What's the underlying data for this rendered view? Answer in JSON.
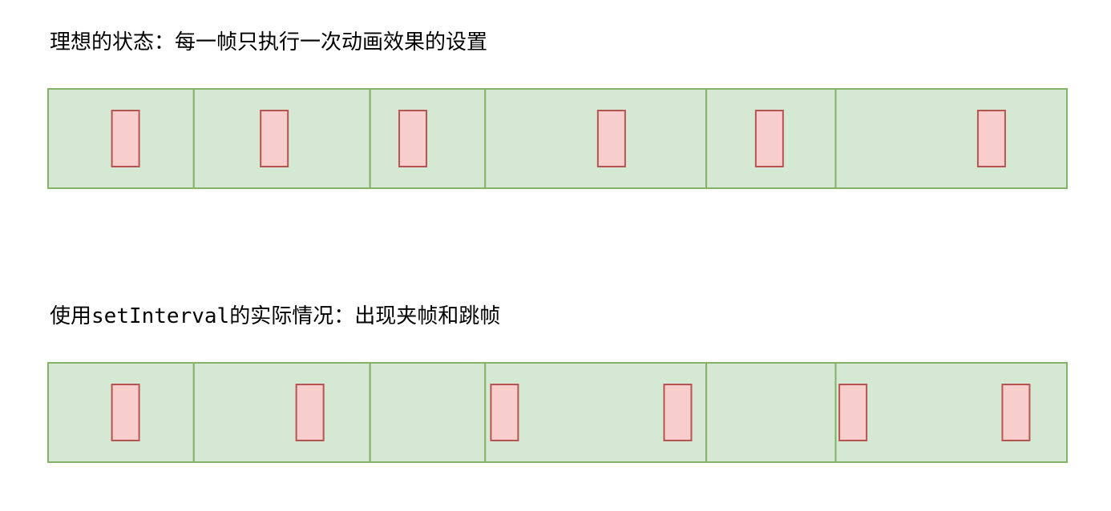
{
  "rows": [
    {
      "id": "ideal",
      "title_prefix": "理想的状态：每一帧只执行一次动画效果的设置",
      "title_code": "",
      "title_suffix": "",
      "frame_boundaries": [
        0,
        14.3,
        31.6,
        42.9,
        64.6,
        77.3,
        100
      ],
      "marker_positions": [
        7.6,
        22.2,
        35.8,
        55.3,
        70.8,
        92.6
      ],
      "frame_count": 6,
      "marker_count": 6
    },
    {
      "id": "actual",
      "title_prefix": "使用",
      "title_code": "setInterval",
      "title_suffix": "的实际情况：出现夹帧和跳帧",
      "frame_boundaries": [
        0,
        14.3,
        31.6,
        42.9,
        64.6,
        77.3,
        100
      ],
      "marker_positions": [
        7.6,
        25.7,
        44.8,
        61.8,
        79.0,
        95.0
      ],
      "frame_count": 6,
      "marker_count": 6
    }
  ],
  "colors": {
    "frame_fill": "#d5e8d4",
    "frame_stroke": "#82b366",
    "marker_fill": "#f8cecc",
    "marker_stroke": "#b85450"
  }
}
